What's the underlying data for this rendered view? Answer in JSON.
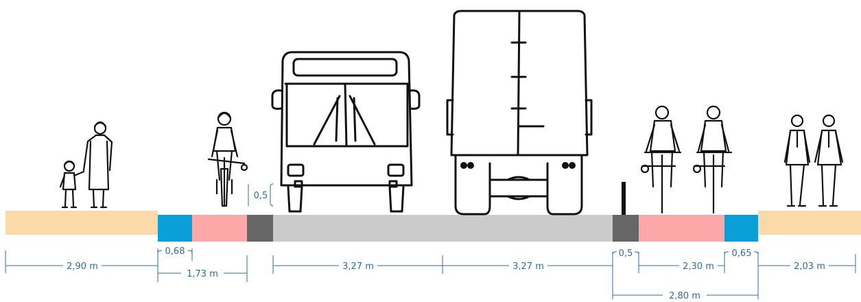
{
  "colors": {
    "sidewalk": "#fbd9a9",
    "buffer": "#0a9fd6",
    "bike_lane": "#fca7a8",
    "separator": "#666666",
    "roadway": "#cbcbcb",
    "dimension_line": "#2f6da6",
    "drawing_ink": "#111111"
  },
  "strips": [
    {
      "id": "sidewalk-left",
      "kind": "sidewalk"
    },
    {
      "id": "buffer-left",
      "kind": "buffer"
    },
    {
      "id": "bike-lane-left",
      "kind": "bike_lane"
    },
    {
      "id": "separator-left",
      "kind": "separator"
    },
    {
      "id": "roadway",
      "kind": "roadway"
    },
    {
      "id": "separator-right",
      "kind": "separator"
    },
    {
      "id": "bike-lane-right",
      "kind": "bike_lane"
    },
    {
      "id": "buffer-right",
      "kind": "buffer"
    },
    {
      "id": "sidewalk-right",
      "kind": "sidewalk"
    }
  ],
  "dimensions": {
    "sidewalk_left": "2,90 m",
    "buffer_left": "0,68",
    "bike_zone_left": "1,73 m",
    "vertical_offset": "0,5",
    "lane_1": "3,27 m",
    "lane_2": "3,27 m",
    "separator_right": "0,5",
    "bike_lane_right": "2,30 m",
    "buffer_right": "0,65",
    "sidewalk_right": "2,03 m",
    "bike_zone_right": "2,80 m"
  },
  "figures": {
    "pedestrians_left": "woman-and-child-icon",
    "cyclist_left": "cyclist-front-icon",
    "bus": "bus-front-icon",
    "truck": "truck-rear-icon",
    "bollard": "bollard-icon",
    "cyclists_right": "cyclists-rear-icon",
    "pedestrians_right": "two-men-icon"
  }
}
